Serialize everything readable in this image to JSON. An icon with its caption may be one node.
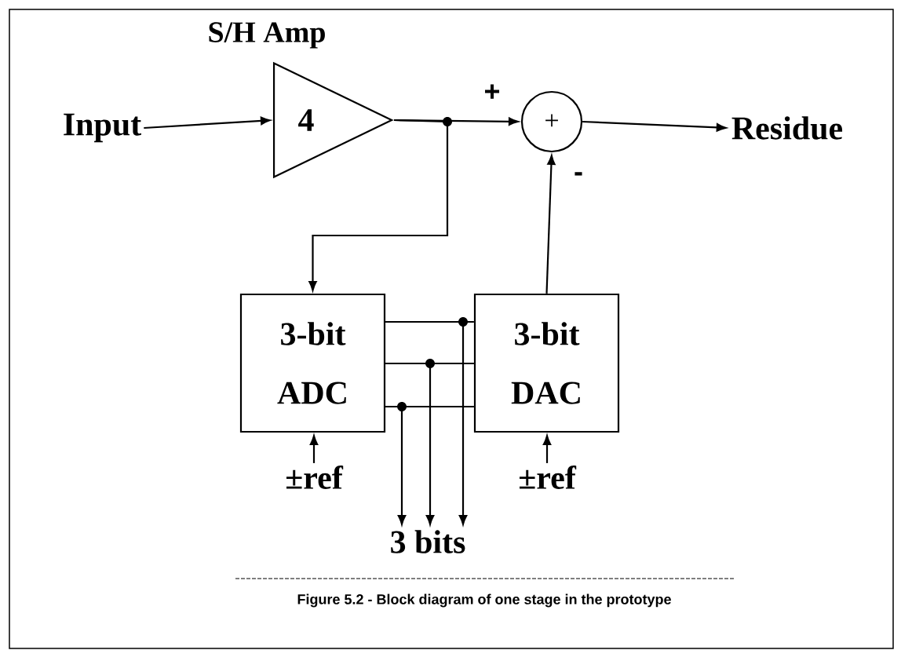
{
  "diagram": {
    "caption": "Figure 5.2 - Block diagram of one stage in the prototype",
    "nodes": [
      {
        "text": [
          "Input"
        ]
      },
      {
        "text": [
          "4"
        ],
        "beside": [
          "S/H Amp"
        ]
      },
      {
        "text": [
          "+"
        ]
      },
      {
        "text": [
          "Residue"
        ]
      },
      {
        "text": [
          "3-bit ADC"
        ]
      },
      {
        "text": [
          "3-bit DAC"
        ]
      },
      {
        "text": [
          "±ref"
        ]
      },
      {
        "text": [
          "±ref"
        ]
      },
      {
        "text": [
          "3 bits"
        ]
      }
    ],
    "edges": [
      {
        "from": 0,
        "to": 1,
        "arrow": "to"
      },
      {
        "from": 1,
        "to": 2,
        "arrow": "to",
        "label": "+"
      },
      {
        "from": 1,
        "to": 4,
        "arrow": "to"
      },
      {
        "from": 2,
        "to": 3,
        "arrow": "to"
      },
      {
        "from": 5,
        "to": 2,
        "arrow": "to",
        "label": "-"
      },
      {
        "from": 4,
        "to": 5,
        "arrow": "none"
      },
      {
        "from": 4,
        "to": 5,
        "arrow": "none"
      },
      {
        "from": 4,
        "to": 5,
        "arrow": "none"
      },
      {
        "from": 4,
        "to": 8,
        "arrow": "to"
      },
      {
        "from": 4,
        "to": 8,
        "arrow": "to"
      },
      {
        "from": 4,
        "to": 8,
        "arrow": "to"
      },
      {
        "from": 6,
        "to": 4,
        "arrow": "to"
      },
      {
        "from": 7,
        "to": 5,
        "arrow": "to"
      }
    ]
  }
}
